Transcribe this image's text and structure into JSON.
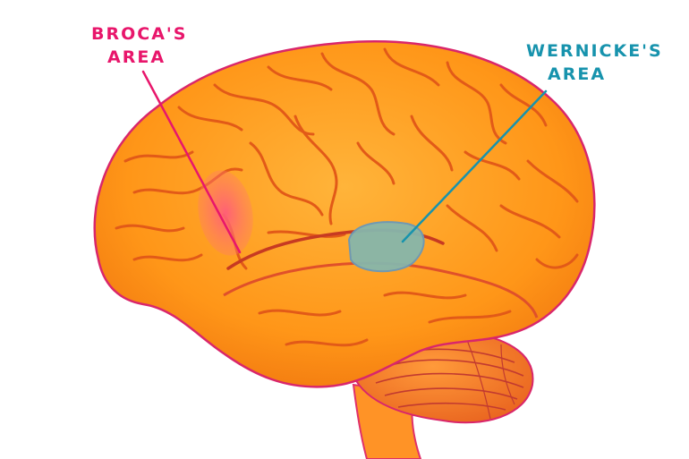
{
  "labels": {
    "broca": {
      "line1": "BROCA'S",
      "line2": "AREA"
    },
    "wernicke": {
      "line1": "WERNICKE'S",
      "line2": "AREA"
    }
  },
  "colors": {
    "broca": "#e8166b",
    "wernicke": "#1793ad",
    "brain": "#ff9a1a",
    "brain_dark": "#e65a00",
    "outline": "#d9266b",
    "cerebellum": "#f07a2a",
    "highlight_broca": "#ff6f7a",
    "highlight_wernicke": "#7fb1a7"
  }
}
